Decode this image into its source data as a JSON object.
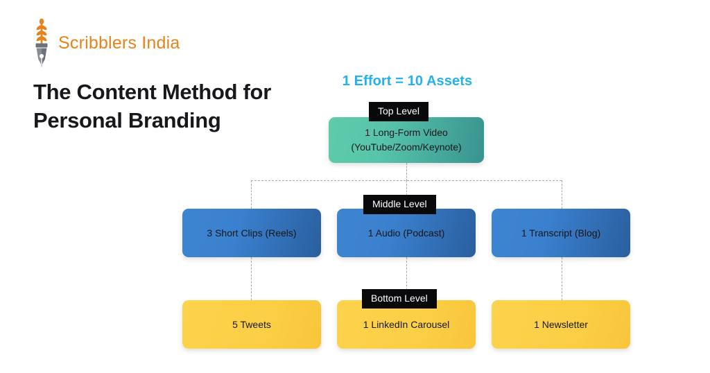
{
  "brand": {
    "name": "Scribblers India",
    "logo_icon": "wheat-quill-pen-icon",
    "logo_color": "#E8821A"
  },
  "headline": "The Content Method for Personal Branding",
  "tagline": "1 Effort = 10 Assets",
  "colors": {
    "accent_cyan": "#24B1F0",
    "brand_orange": "#E8821A",
    "top_level_teal": "#57C4AB",
    "middle_level_blue": "#3A80CE",
    "bottom_level_yellow": "#FBCF45",
    "badge_black": "#09090B",
    "connector_gray": "#A9AAAE"
  },
  "diagram": {
    "levels": [
      {
        "badge": "Top Level",
        "nodes": [
          {
            "label": "1 Long-Form Video",
            "sublabel": "(YouTube/Zoom/Keynote)"
          }
        ]
      },
      {
        "badge": "Middle Level",
        "nodes": [
          {
            "label": "3 Short Clips (Reels)"
          },
          {
            "label": "1 Audio (Podcast)"
          },
          {
            "label": "1 Transcript (Blog)"
          }
        ]
      },
      {
        "badge": "Bottom Level",
        "nodes": [
          {
            "label": "5 Tweets"
          },
          {
            "label": "1 LinkedIn Carousel"
          },
          {
            "label": "1 Newsletter"
          }
        ]
      }
    ]
  }
}
